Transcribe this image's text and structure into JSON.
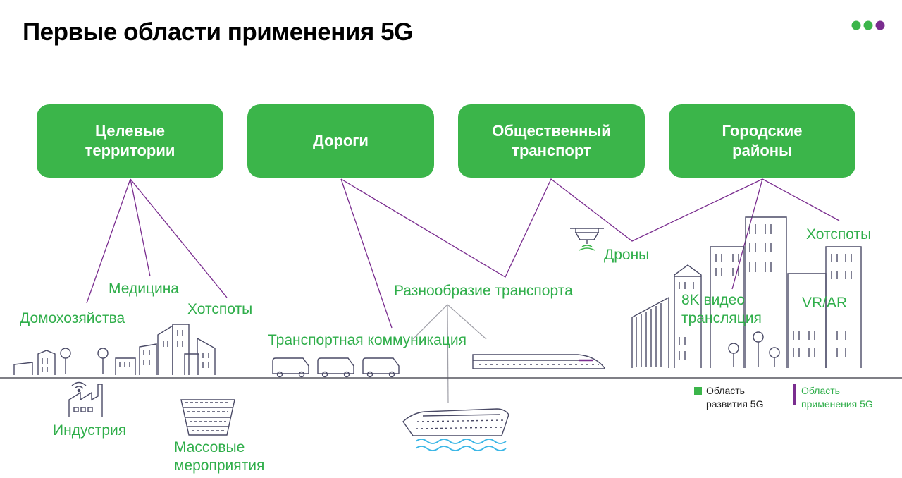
{
  "page": {
    "title": "Первые области применения 5G",
    "logo_icon": "three-dots-logo-icon",
    "colors": {
      "green": "#3bb54a",
      "purple": "#7a2d8f",
      "label_green": "#2fae4a",
      "line_art": "#4a4a66"
    }
  },
  "categories": [
    {
      "label": "Целевые\nтерритории"
    },
    {
      "label": "Дороги"
    },
    {
      "label": "Общественный\nтранспорт"
    },
    {
      "label": "Городские\nрайоны"
    }
  ],
  "applications": {
    "households": "Домохозяйства",
    "medicine": "Медицина",
    "hotspots_left": "Хотспоты",
    "transport_variety": "Разнообразие транспорта",
    "transport_communication": "Транспортная коммуникация",
    "drones": "Дроны",
    "hotspots_right": "Хотспоты",
    "video_8k": "8K видео\nтрансляция",
    "vr_ar": "VR/AR",
    "industry": "Индустрия",
    "mass_events": "Массовые\nмероприятия"
  },
  "legend": {
    "development": "Область\nразвития 5G",
    "application": "Область\nприменения 5G"
  }
}
